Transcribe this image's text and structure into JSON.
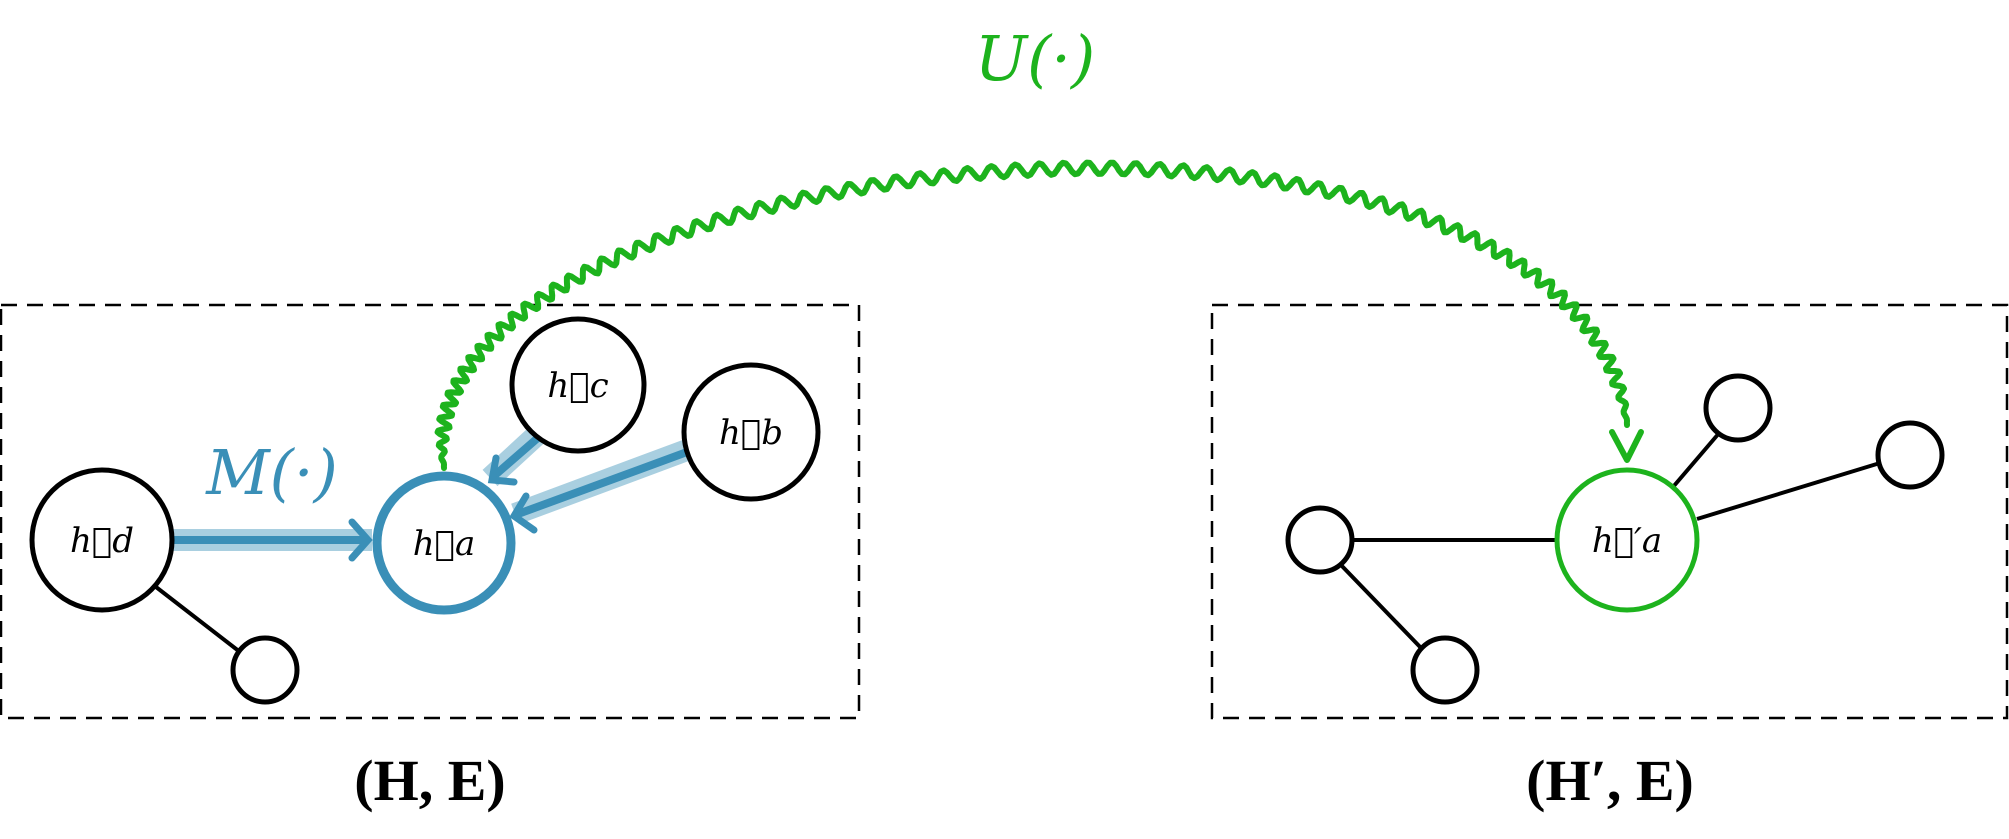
{
  "colors": {
    "message": "#3a8fb7",
    "message_halo": "#a9cfe0",
    "update": "#1db31d",
    "stroke": "#000000",
    "frame": "#000000"
  },
  "labels": {
    "message_fn": "M(·)",
    "update_fn": "U(·)",
    "graph_left": "(H, E)",
    "graph_right": "(H′, E)"
  },
  "nodes": {
    "left": {
      "a": "h⃗a",
      "b": "h⃗b",
      "c": "h⃗c",
      "d": "h⃗d"
    },
    "right": {
      "a_prime": "h⃗′a"
    }
  }
}
